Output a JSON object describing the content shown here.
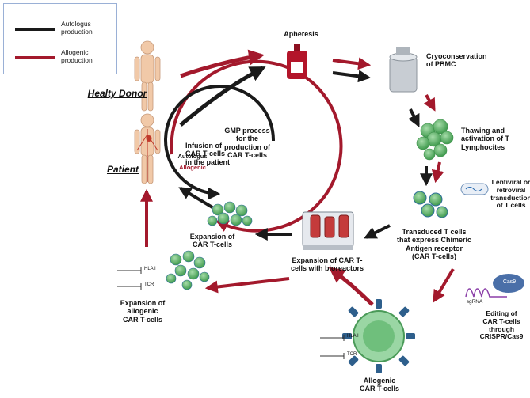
{
  "legend": {
    "items": [
      {
        "label": "Autologus\nproduction",
        "color": "#1a1a1a"
      },
      {
        "label": "Allogenic\nproduction",
        "color": "#a3192c"
      }
    ]
  },
  "colors": {
    "autologous": "#1a1a1a",
    "allogenic": "#a3192c",
    "cell_green": "#5cb86a",
    "legend_border": "#9ab0d6"
  },
  "labels": {
    "apheresis": "Apheresis",
    "cryo": "Cryoconservation\nof PBMC",
    "thawing": "Thawing and\nactivation of T\nLymphocites",
    "lentiviral": "Lentiviral or\nretroviral\ntransduction\nof T cells",
    "transduced": "Transduced T cells\nthat express Chimeric\nAntigen receptor\n(CAR T-cells)",
    "editing": "Editing of\nCAR T-cells\nthrough\nCRISPR/Cas9",
    "allogenic_cells": "Allogenic\nCAR T-cells",
    "bioreactors": "Expansion of CAR T-\ncells with bioreactors",
    "expansion": "Expansion of\nCAR T-cells",
    "expansion_allo": "Expansion of\nallogenic\nCAR T-cells",
    "infusion": "Infusion of\nCAR T-cells\nin the patient",
    "donor": "Healty Donor",
    "patient": "Patient",
    "center": "GMP process\nfor the\nproduction of\nCAR T-cells",
    "autologus": "Autologus",
    "allogenic": "Allogenic",
    "sgrna": "sgRNA",
    "cas9": "Cas9",
    "hla": "HLA I",
    "tcr": "TCR"
  }
}
